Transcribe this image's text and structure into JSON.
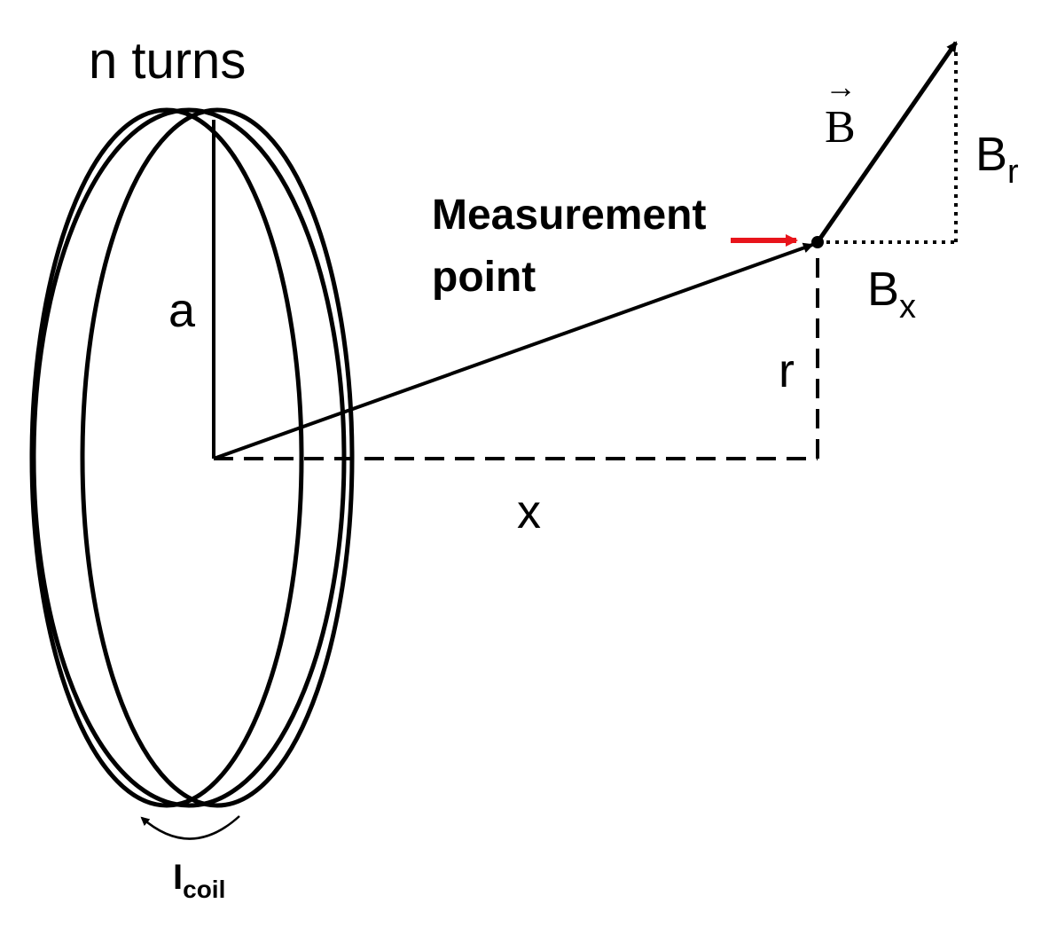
{
  "labels": {
    "turns": "n turns",
    "radius": "a",
    "axial_distance": "x",
    "radial_distance": "r",
    "measurement_point_line1": "Measurement",
    "measurement_point_line2": "point",
    "field_vector": "B",
    "field_vector_arrow": "→",
    "radial_component_base": "B",
    "radial_component_sub": "r",
    "axial_component_base": "B",
    "axial_component_sub": "x",
    "current_base": "I",
    "current_sub": "coil"
  },
  "colors": {
    "line": "#000000",
    "pointer_arrow": "#e8141b",
    "background": "#ffffff"
  }
}
